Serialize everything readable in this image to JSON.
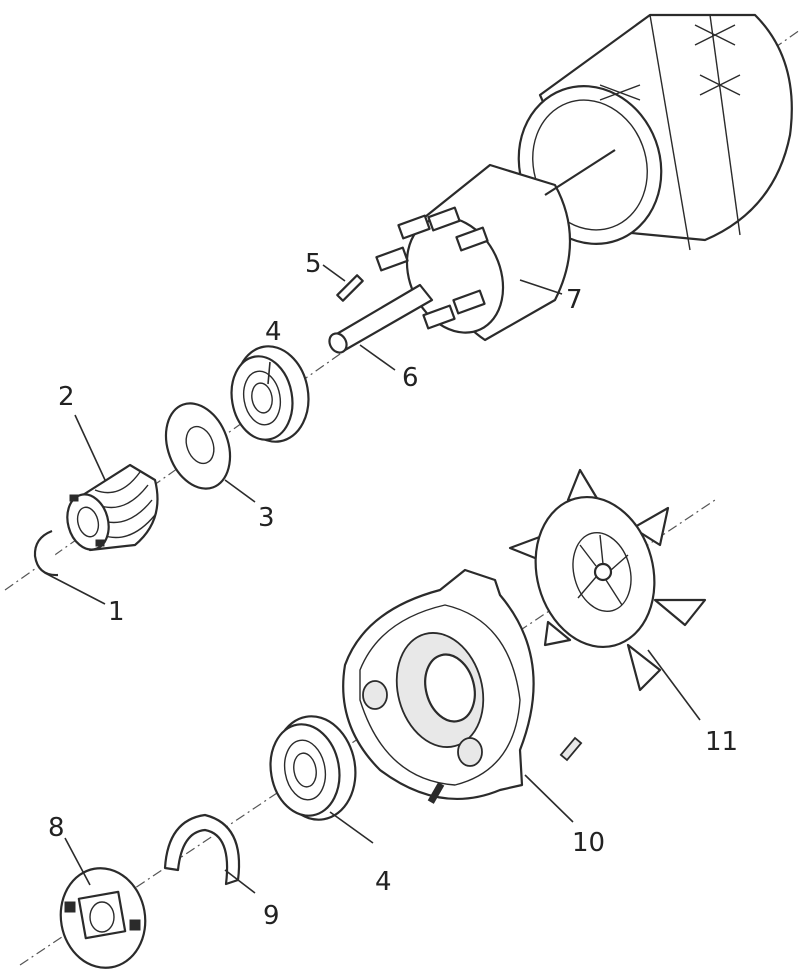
{
  "callouts": [
    {
      "id": "1",
      "label": "1"
    },
    {
      "id": "2",
      "label": "2"
    },
    {
      "id": "3",
      "label": "3"
    },
    {
      "id": "4a",
      "label": "4"
    },
    {
      "id": "5",
      "label": "5"
    },
    {
      "id": "6",
      "label": "6"
    },
    {
      "id": "7",
      "label": "7"
    },
    {
      "id": "4b",
      "label": "4"
    },
    {
      "id": "8",
      "label": "8"
    },
    {
      "id": "9",
      "label": "9"
    },
    {
      "id": "10",
      "label": "10"
    },
    {
      "id": "11",
      "label": "11"
    }
  ]
}
